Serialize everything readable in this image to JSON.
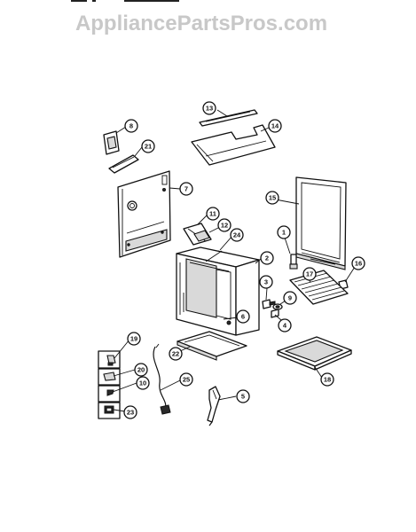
{
  "watermark": "AppliancePartsPros.com",
  "callouts": [
    "13",
    "14",
    "8",
    "21",
    "7",
    "15",
    "11",
    "12",
    "24",
    "1",
    "2",
    "16",
    "17",
    "3",
    "9",
    "6",
    "4",
    "19",
    "22",
    "20",
    "10",
    "25",
    "18",
    "23",
    "5"
  ],
  "colors": {
    "ink": "#111111",
    "watermark": "#c8c8c8",
    "background": "#ffffff"
  }
}
